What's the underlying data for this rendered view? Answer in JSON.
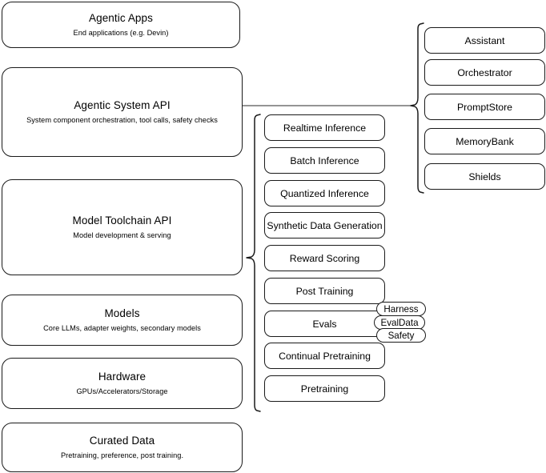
{
  "diagram": {
    "type": "layered-architecture-stack",
    "stack_layers": [
      {
        "id": "agentic-apps",
        "title": "Agentic Apps",
        "subtitle": "End applications (e.g. Devin)"
      },
      {
        "id": "agentic-system-api",
        "title": "Agentic System API",
        "subtitle": "System component orchestration, tool calls, safety checks"
      },
      {
        "id": "model-toolchain-api",
        "title": "Model Toolchain API",
        "subtitle": "Model development & serving"
      },
      {
        "id": "models",
        "title": "Models",
        "subtitle": "Core LLMs, adapter weights, secondary models"
      },
      {
        "id": "hardware",
        "title": "Hardware",
        "subtitle": "GPUs/Accelerators/Storage"
      },
      {
        "id": "curated-data",
        "title": "Curated Data",
        "subtitle": "Pretraining, preference, post training."
      }
    ],
    "toolchain_capabilities": [
      {
        "id": "realtime-inference",
        "label": "Realtime Inference"
      },
      {
        "id": "batch-inference",
        "label": "Batch Inference"
      },
      {
        "id": "quantized-inference",
        "label": "Quantized Inference"
      },
      {
        "id": "synthetic-data-generation",
        "label": "Synthetic Data Generation"
      },
      {
        "id": "reward-scoring",
        "label": "Reward Scoring"
      },
      {
        "id": "post-training",
        "label": "Post Training"
      },
      {
        "id": "evals",
        "label": "Evals"
      },
      {
        "id": "continual-pretraining",
        "label": "Continual Pretraining"
      },
      {
        "id": "pretraining",
        "label": "Pretraining"
      }
    ],
    "evals_subcomponents": [
      {
        "id": "harness",
        "label": "Harness"
      },
      {
        "id": "evaldata",
        "label": "EvalData"
      },
      {
        "id": "safety",
        "label": "Safety"
      }
    ],
    "agentic_system_components": [
      {
        "id": "assistant",
        "label": "Assistant"
      },
      {
        "id": "orchestrator",
        "label": "Orchestrator"
      },
      {
        "id": "promptstore",
        "label": "PromptStore"
      },
      {
        "id": "memorybank",
        "label": "MemoryBank"
      },
      {
        "id": "shields",
        "label": "Shields"
      }
    ],
    "colors": {
      "stroke": "#1a1a1a",
      "fill": "#ffffff",
      "text": "#000000",
      "connector": "#4d4d4d"
    }
  }
}
